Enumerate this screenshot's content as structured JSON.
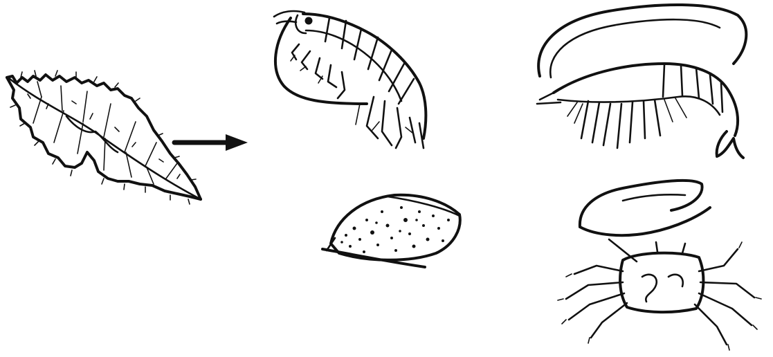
{
  "diagram": {
    "nodes": [
      {
        "id": "leaf",
        "icon": "decaying-leaf-icon"
      },
      {
        "id": "amphipod",
        "icon": "amphipod-icon"
      },
      {
        "id": "snail",
        "icon": "snail-icon"
      },
      {
        "id": "shrimp",
        "icon": "shrimp-icon"
      },
      {
        "id": "fiddler-crab",
        "icon": "fiddler-crab-icon"
      }
    ],
    "edges": [
      {
        "from": "leaf",
        "to": "amphipod",
        "icon": "arrow-right-icon"
      }
    ],
    "colors": {
      "ink": "#111111",
      "background": "#ffffff"
    }
  }
}
